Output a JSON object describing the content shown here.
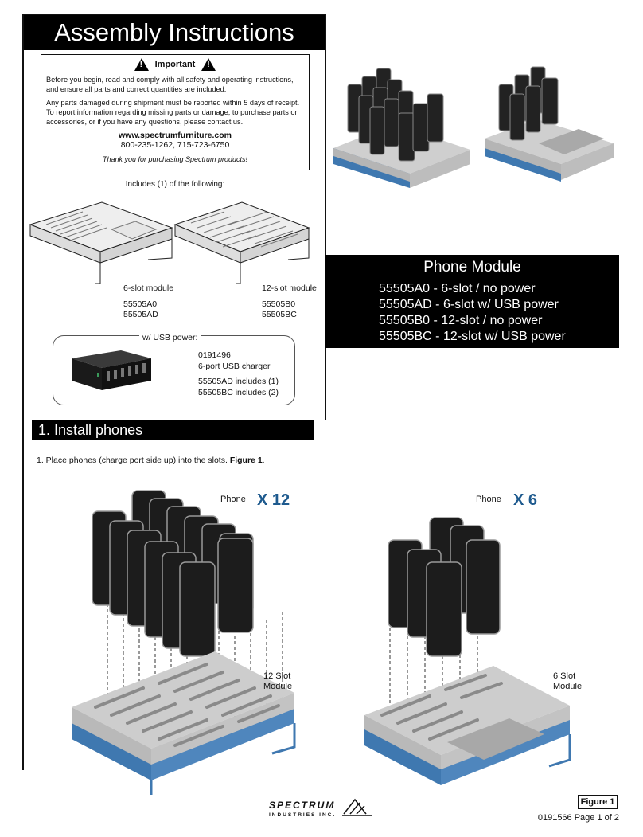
{
  "title": "Assembly Instructions",
  "important": {
    "heading": "Important",
    "para1": "Before you begin, read and comply with all safety and operating instructions, and ensure all parts and correct quantities are included.",
    "para2": "Any parts damaged during shipment must be reported within 5 days of receipt. To report information regarding missing parts or damage, to purchase parts or accessories, or if you have any questions, please contact us.",
    "url": "www.spectrumfurniture.com",
    "phone": "800-235-1262, 715-723-6750",
    "thanks": "Thank you for purchasing Spectrum products!"
  },
  "includes": "Includes (1) of the following:",
  "modules": [
    {
      "label": "6-slot module",
      "sku1": "55505A0",
      "sku2": "55505AD"
    },
    {
      "label": "12-slot module",
      "sku1": "55505B0",
      "sku2": "55505BC"
    }
  ],
  "usb": {
    "title": "w/ USB power:",
    "part": "0191496",
    "desc": "6-port USB charger",
    "inc1": "55505AD includes (1)",
    "inc2": "55505BC includes (2)"
  },
  "phone_module": {
    "title": "Phone Module",
    "items": [
      "55505A0 - 6-slot / no power",
      "55505AD - 6-slot w/ USB power",
      "55505B0 - 12-slot / no power",
      "55505BC - 12-slot w/ USB power"
    ]
  },
  "section": "1.  Install phones",
  "step": {
    "prefix": "1.   Place phones (charge port side up) into the slots. ",
    "ref": "Figure 1",
    "suffix": "."
  },
  "fig": {
    "phone_label_left": "Phone",
    "qty_left": "X 12",
    "phone_label_right": "Phone",
    "qty_right": "X 6",
    "module_left_1": "12 Slot",
    "module_left_2": "Module",
    "module_right_1": "6 Slot",
    "module_right_2": "Module"
  },
  "figure_label": "Figure 1",
  "footer": "0191566 Page 1 of 2",
  "logo": {
    "name": "SPECTRUM",
    "sub": "INDUSTRIES INC."
  },
  "colors": {
    "accent_blue": "#1e5a8e",
    "tray_gray": "#c9c9c9",
    "base_blue": "#3f78b0"
  }
}
